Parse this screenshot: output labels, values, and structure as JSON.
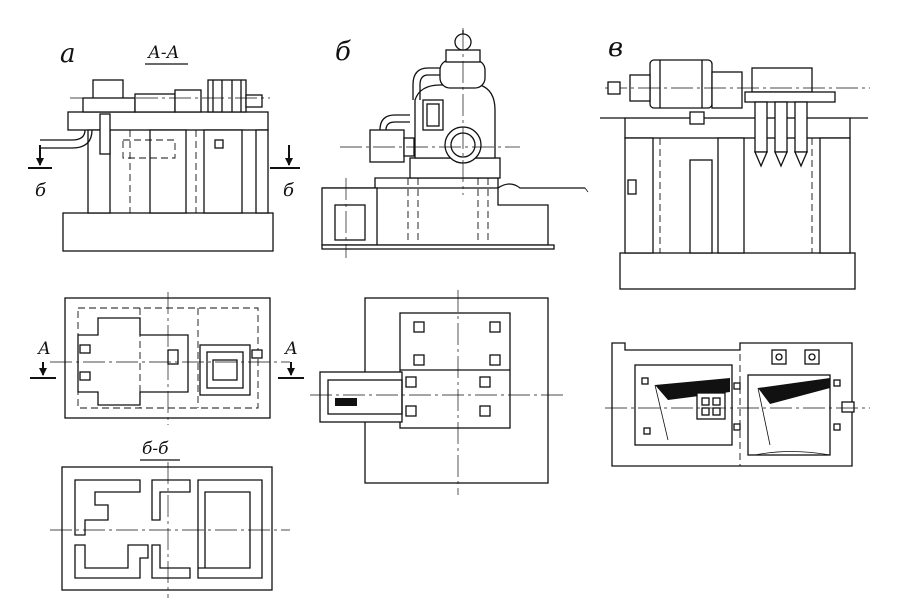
{
  "labels": {
    "view_a": "а",
    "view_b": "б",
    "view_v": "в",
    "section_aa": "А-А",
    "section_bb": "б-б",
    "cut_a_left": "А",
    "cut_a_right": "А",
    "cut_b_left": "б",
    "cut_b_right": "б"
  }
}
